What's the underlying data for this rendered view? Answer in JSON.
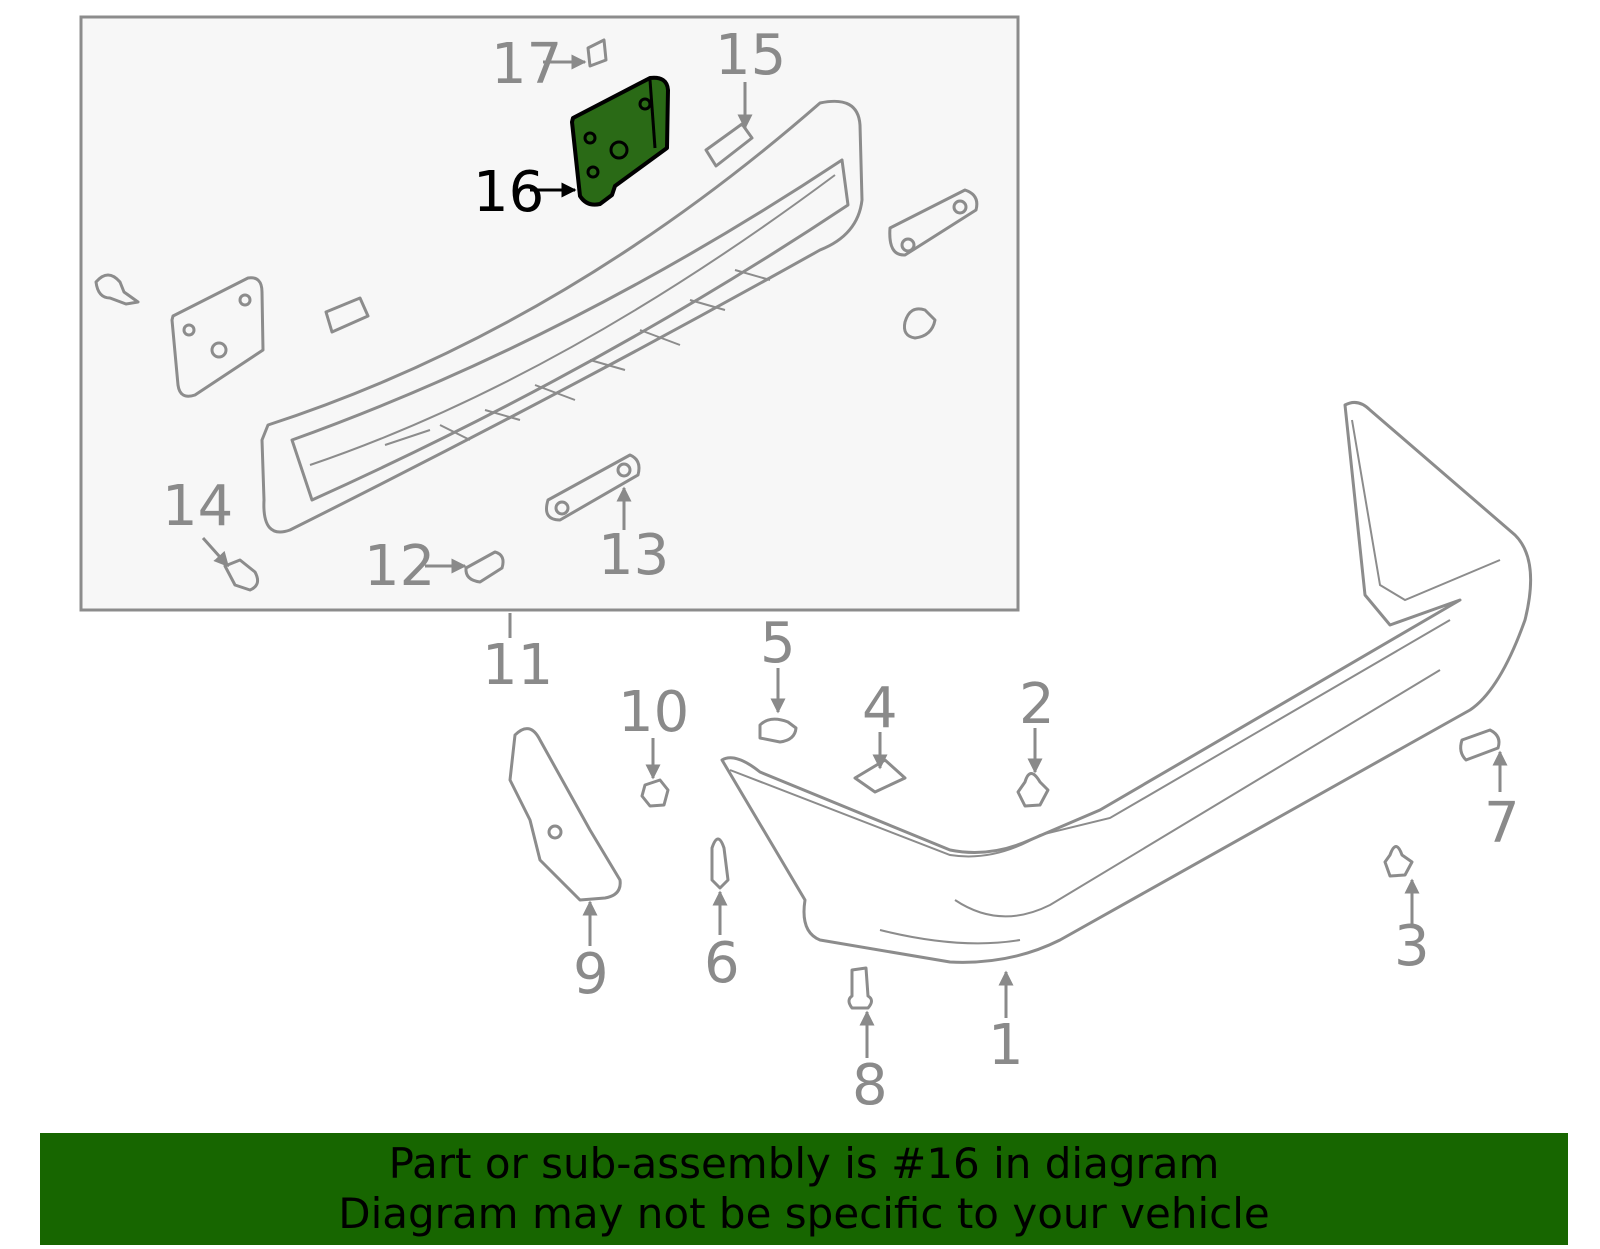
{
  "colors": {
    "highlight_part": "#2a6a16",
    "banner_bg": "#176600",
    "callout_gray": "#8a8a8a",
    "callout_highlight": "#000000",
    "inset_bg": "#f7f7f7"
  },
  "callouts": {
    "c1": "1",
    "c2": "2",
    "c3": "3",
    "c4": "4",
    "c5": "5",
    "c6": "6",
    "c7": "7",
    "c8": "8",
    "c9": "9",
    "c10": "10",
    "c11": "11",
    "c12": "12",
    "c13": "13",
    "c14": "14",
    "c15": "15",
    "c16": "16",
    "c17": "17"
  },
  "banner": {
    "line1": "Part or sub-assembly is #16 in diagram",
    "line2": "Diagram may not be specific to your vehicle"
  }
}
